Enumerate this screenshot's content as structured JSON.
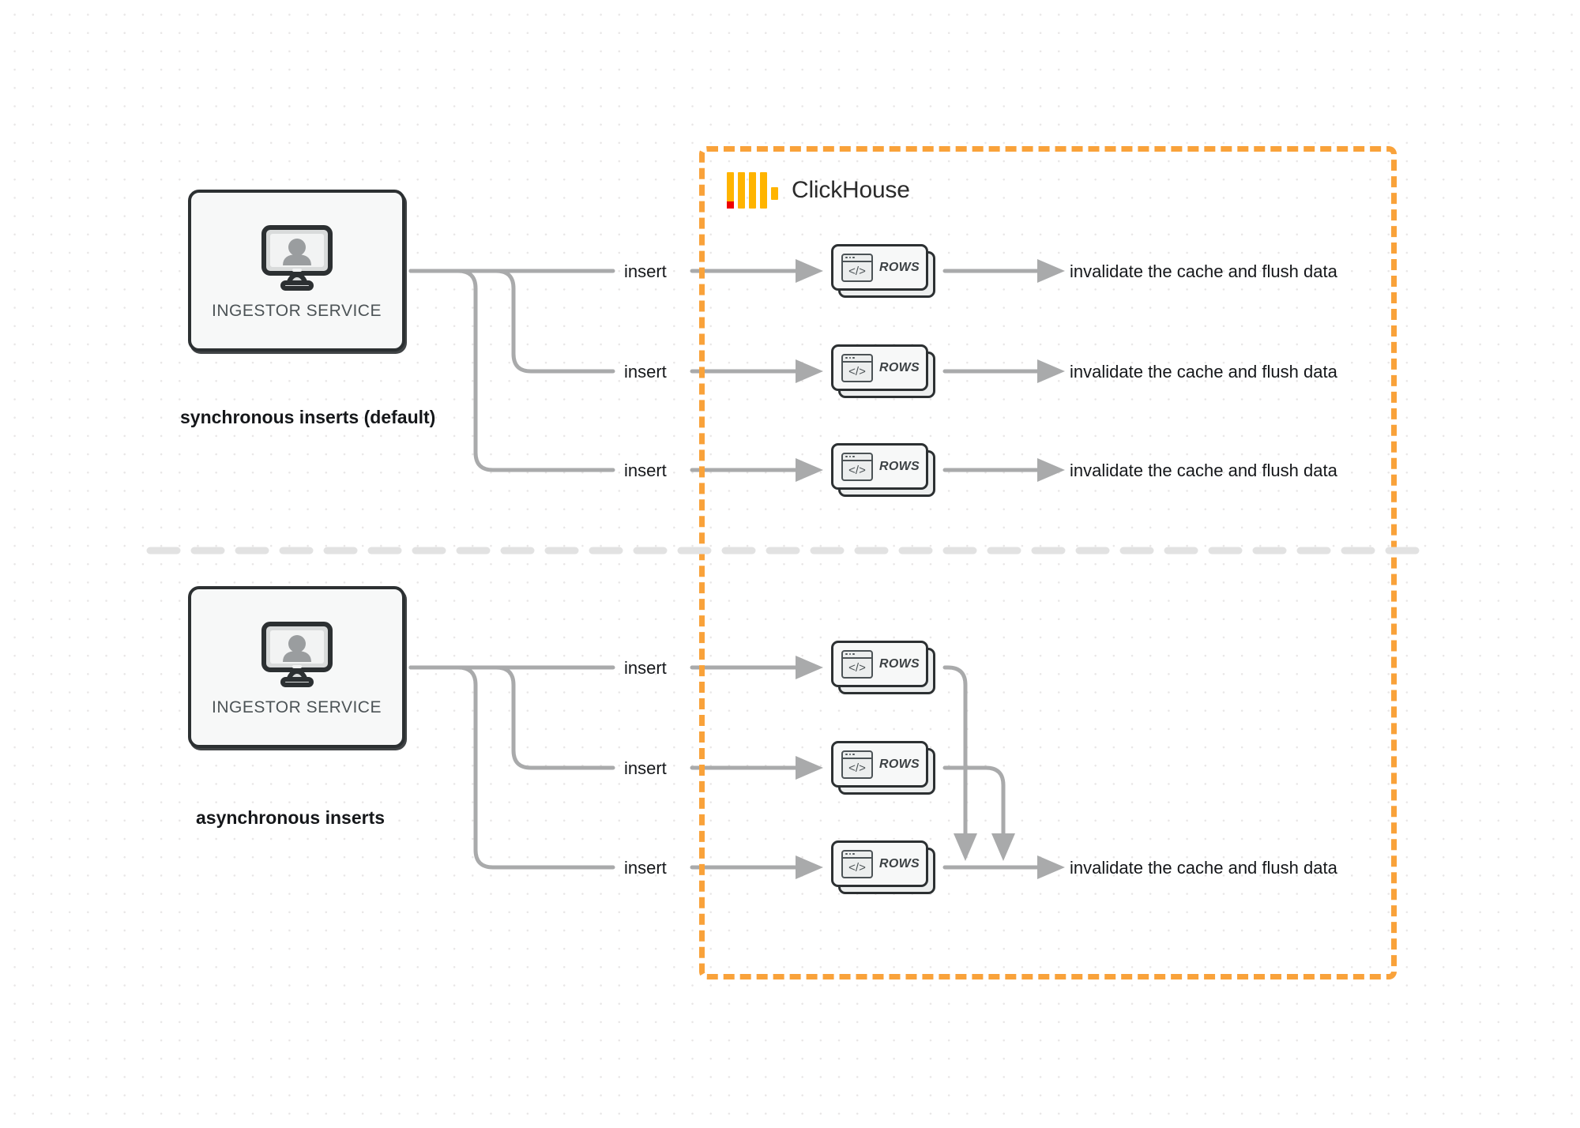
{
  "diagram": {
    "title": "ClickHouse synchronous vs asynchronous inserts",
    "colors": {
      "boundary_orange": "#f9a23a",
      "logo_orange": "#ffb400",
      "logo_red": "#ee0000",
      "node_stroke": "#2c3032",
      "arrow_gray": "#a9aaab",
      "text_dark": "#15171a",
      "background": "#ffffff",
      "dot_grid": "#e8e6e6"
    }
  },
  "clickhouse_region": {
    "label": "ClickHouse",
    "logo_name": "clickhouse-logo"
  },
  "sections": [
    {
      "id": "synchronous",
      "caption": "synchronous inserts (default)",
      "ingestor": {
        "label": "INGESTOR SERVICE",
        "icon": "monitor-user-icon"
      },
      "flows": [
        {
          "insert_label": "insert",
          "node_label": "ROWS",
          "result_label": "invalidate the cache and flush data"
        },
        {
          "insert_label": "insert",
          "node_label": "ROWS",
          "result_label": "invalidate the cache and flush data"
        },
        {
          "insert_label": "insert",
          "node_label": "ROWS",
          "result_label": "invalidate the cache and flush data"
        }
      ]
    },
    {
      "id": "asynchronous",
      "caption": "asynchronous inserts",
      "ingestor": {
        "label": "INGESTOR SERVICE",
        "icon": "monitor-user-icon"
      },
      "flows": [
        {
          "insert_label": "insert",
          "node_label": "ROWS"
        },
        {
          "insert_label": "insert",
          "node_label": "ROWS"
        },
        {
          "insert_label": "insert",
          "node_label": "ROWS"
        }
      ],
      "merged_result_label": "invalidate the cache and flush data"
    }
  ]
}
